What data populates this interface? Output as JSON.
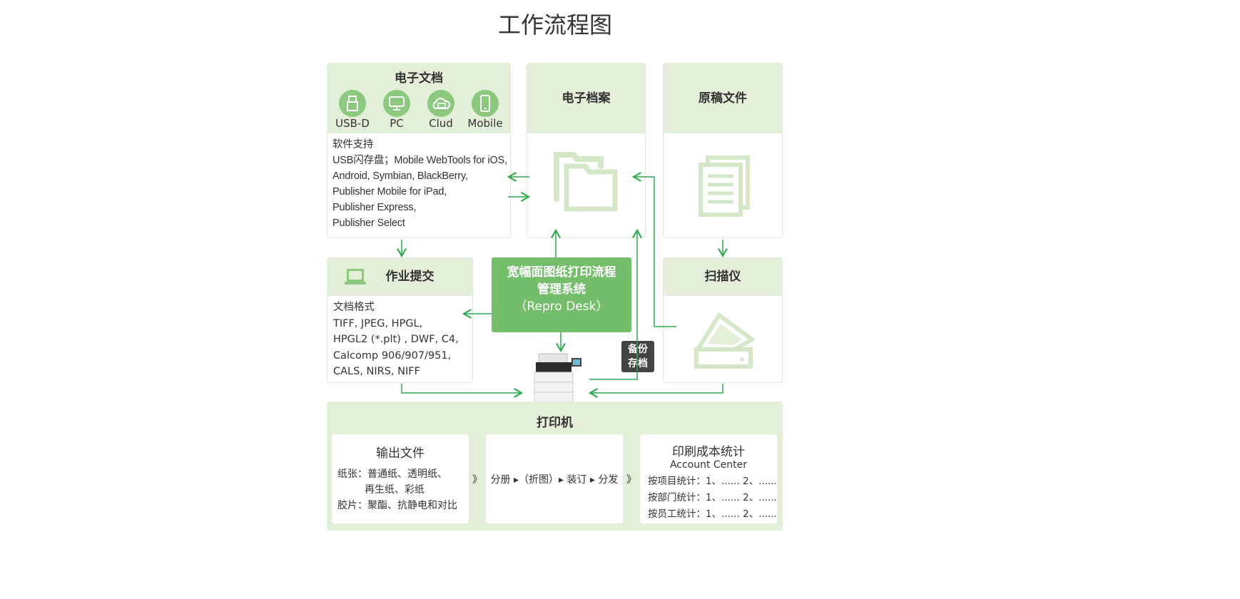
{
  "title": "工作流程图",
  "edoc": {
    "title": "电子文档",
    "icons": [
      {
        "name": "usb-icon",
        "label": "USB-D"
      },
      {
        "name": "pc-icon",
        "label": "PC"
      },
      {
        "name": "cloud-icon",
        "label": "Clud"
      },
      {
        "name": "mobile-icon",
        "label": "Mobile"
      }
    ],
    "lines": [
      "软件支持",
      "USB闪存盘；Mobile WebTools for iOS,",
      "Android, Symbian, BlackBerry,",
      "Publisher Mobile for iPad,",
      "Publisher Express,",
      "Publisher Select"
    ]
  },
  "earchive": {
    "title": "电子档案"
  },
  "original": {
    "title": "原稿文件"
  },
  "job": {
    "title": "作业提交",
    "lines": [
      "文档格式",
      "TIFF, JPEG, HPGL,",
      "HPGL2 (*.plt) , DWF, C4,",
      "Calcomp 906/907/951,",
      "CALS, NIRS, NIFF"
    ]
  },
  "center": {
    "lines": [
      "宽幅面图纸打印流程",
      "管理系统",
      "（Repro Desk）"
    ]
  },
  "scanner": {
    "title": "扫描仪"
  },
  "backup": {
    "lines": [
      "备份",
      "存档"
    ]
  },
  "printer": {
    "title": "打印机",
    "output": {
      "title": "输出文件",
      "lines": [
        "纸张：普通纸、透明纸、",
        "再生纸、彩纸",
        "胶片：聚酯、抗静电和对比"
      ]
    },
    "sep": "》",
    "process": "分册 ▸（折图）▸ 装订 ▸ 分发",
    "cost": {
      "title": "印刷成本统计",
      "subtitle": "Account Center",
      "lines": [
        "按项目统计：1、...... 2、......",
        "按部门统计：1、...... 2、......",
        "按员工统计：1、...... 2、......"
      ]
    }
  },
  "colors": {
    "accent": "#74be6b",
    "arrow": "#2aa84a",
    "header": "#e3efd9",
    "icon": "#8cc97e"
  }
}
